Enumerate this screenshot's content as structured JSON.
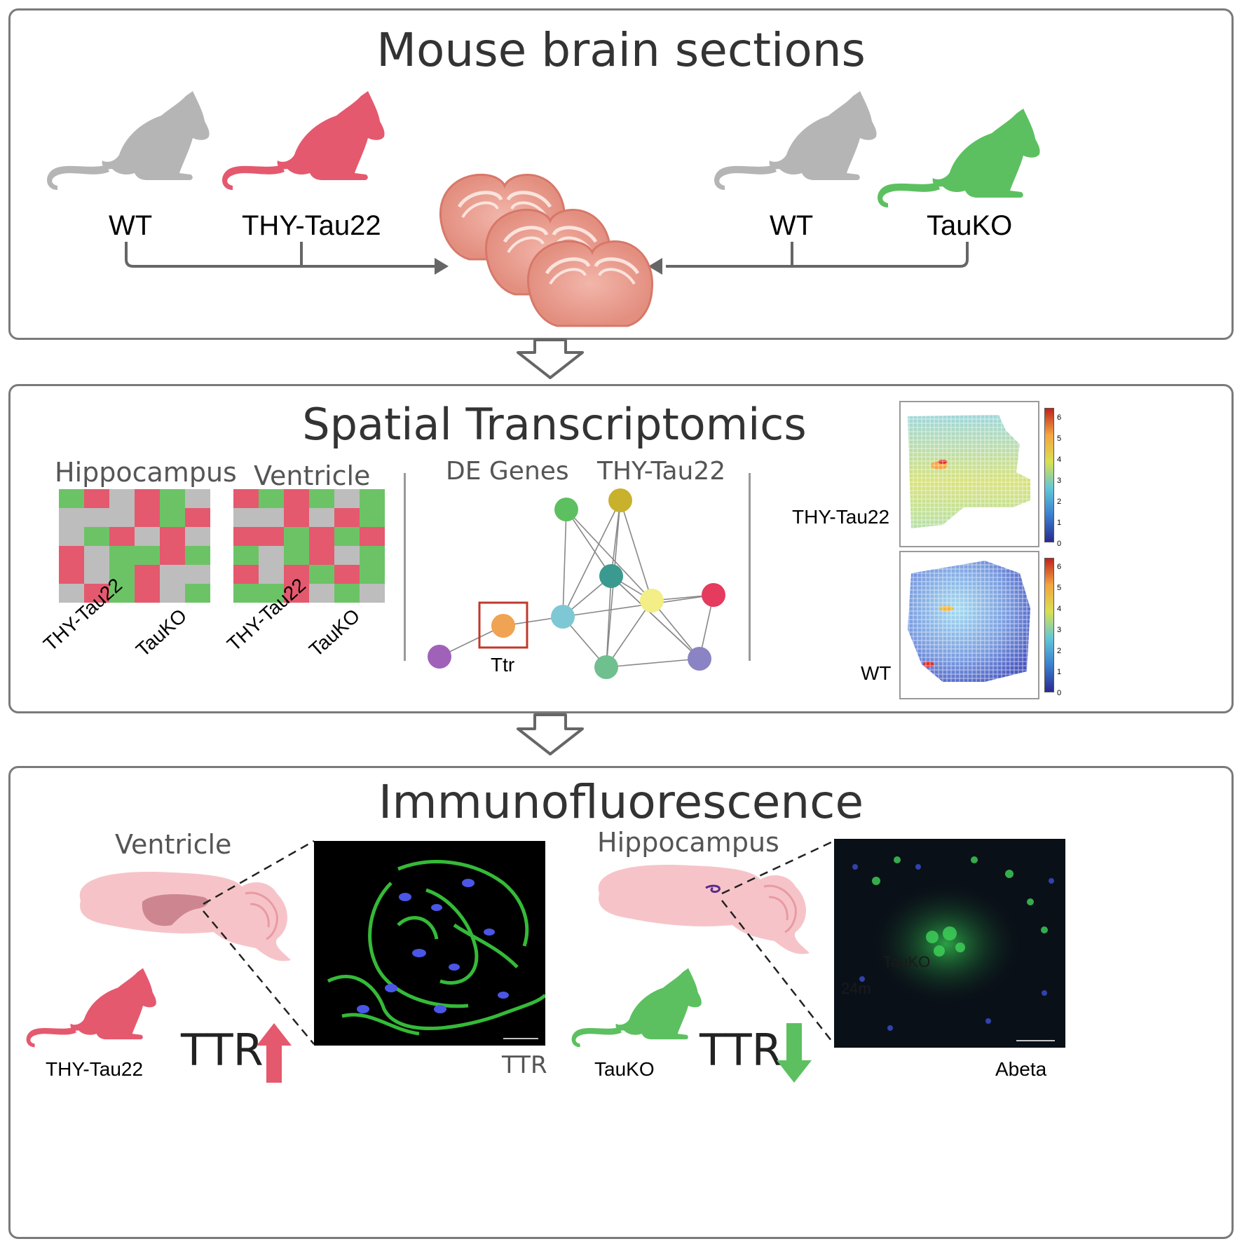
{
  "panel1": {
    "title": "Mouse brain sections",
    "labels": {
      "wt_left": "WT",
      "tau22": "THY-Tau22",
      "wt_right": "WT",
      "taukko": "TauKO"
    }
  },
  "panel2": {
    "title": "Spatial Transcriptomics",
    "hippocampus": "Hippocampus",
    "ventricle": "Ventricle",
    "hm1_x1": "THY-Tau22",
    "hm1_x2": "TauKO",
    "hm2_x1": "THY-Tau22",
    "hm2_x2": "TauKO",
    "de_genes": "DE Genes",
    "network_group": "THY-Tau22",
    "network_highlight": "Ttr",
    "map_top_label": "THY-Tau22",
    "map_bottom_label": "WT",
    "colorbar_ticks": [
      "6",
      "5",
      "4",
      "3",
      "2",
      "1",
      "0"
    ]
  },
  "panel3": {
    "title": "Immunofluorescence",
    "left_region": "Ventricle",
    "right_region": "Hippocampus",
    "left_mouse_label": "THY-Tau22",
    "right_mouse_label": "TauKO",
    "ttr_left": "TTR",
    "ttr_right": "TTR",
    "img_left_caption": "TTR",
    "img_right_caption": "Abeta",
    "img_right_overlay1": "TauKO",
    "img_right_overlay2": "24m"
  },
  "colors": {
    "wt": "#b5b5b5",
    "tau22": "#e4596e",
    "taukko": "#5cc060",
    "up_arrow": "#e4596e",
    "down_arrow": "#5cc060",
    "border": "#7a7a7a"
  },
  "heatmap_hippocampus": [
    [
      "G",
      "R",
      "Y",
      "R",
      "G",
      "Y"
    ],
    [
      "Y",
      "Y",
      "Y",
      "R",
      "G",
      "R"
    ],
    [
      "Y",
      "G",
      "R",
      "Y",
      "R",
      "Y"
    ],
    [
      "R",
      "Y",
      "G",
      "G",
      "R",
      "G"
    ],
    [
      "R",
      "Y",
      "G",
      "R",
      "Y",
      "Y"
    ],
    [
      "Y",
      "R",
      "G",
      "R",
      "Y",
      "G"
    ]
  ],
  "heatmap_ventricle": [
    [
      "R",
      "G",
      "R",
      "G",
      "Y",
      "G"
    ],
    [
      "Y",
      "Y",
      "R",
      "Y",
      "R",
      "G"
    ],
    [
      "R",
      "R",
      "G",
      "R",
      "G",
      "R"
    ],
    [
      "G",
      "Y",
      "G",
      "R",
      "Y",
      "G"
    ],
    [
      "R",
      "Y",
      "R",
      "G",
      "R",
      "G"
    ],
    [
      "G",
      "G",
      "R",
      "Y",
      "G",
      "Y"
    ]
  ],
  "network_nodes": [
    {
      "id": "n1",
      "color": "#5cc060"
    },
    {
      "id": "n2",
      "color": "#c8b12c"
    },
    {
      "id": "n3",
      "color": "#3a9a8f"
    },
    {
      "id": "n4",
      "color": "#f3ee86"
    },
    {
      "id": "n5",
      "color": "#e43b5f"
    },
    {
      "id": "n6",
      "color": "#7ec8d5"
    },
    {
      "id": "n7",
      "color": "#f0a352"
    },
    {
      "id": "n8",
      "color": "#a061b9"
    },
    {
      "id": "n9",
      "color": "#6fbf8f"
    },
    {
      "id": "n10",
      "color": "#8a84c4"
    }
  ]
}
